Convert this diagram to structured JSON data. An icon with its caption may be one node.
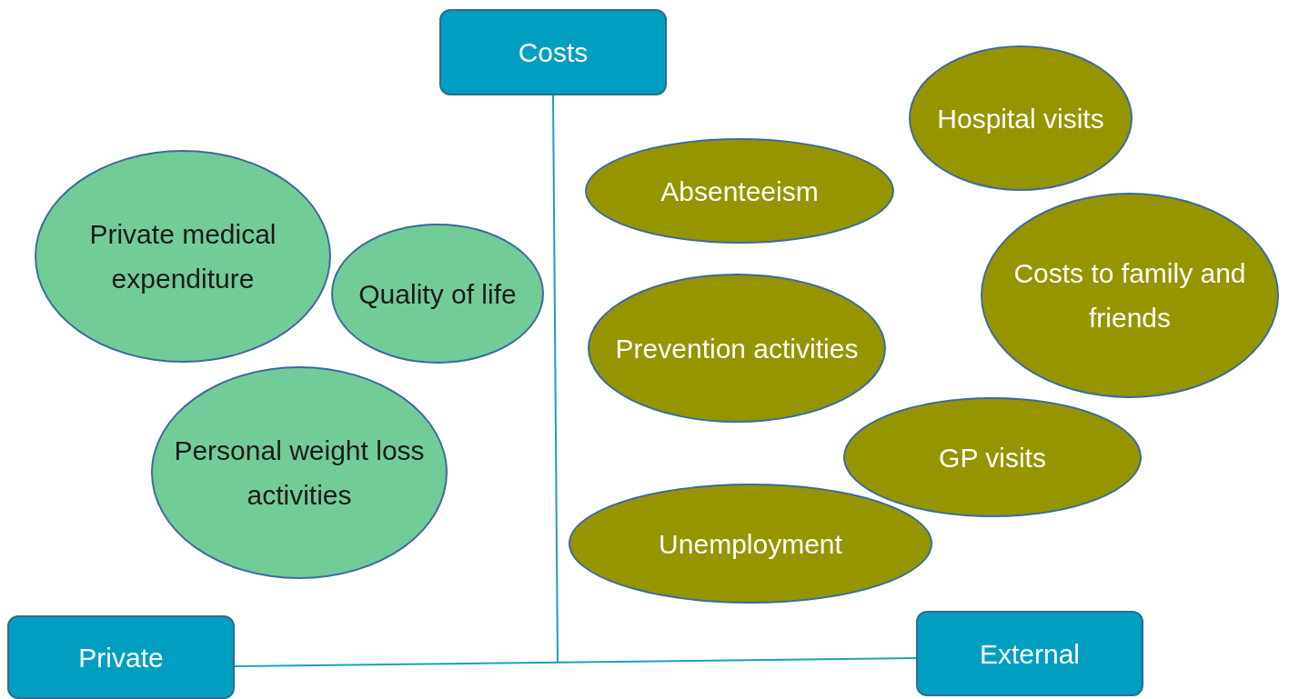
{
  "diagram": {
    "nodes": [
      {
        "text": [
          "Costs"
        ]
      },
      {
        "text": [
          "Hospital visits"
        ]
      },
      {
        "text": [
          "Absenteeism"
        ]
      },
      {
        "text": [
          "Private medical expenditure"
        ]
      },
      {
        "text": [
          "Quality of life"
        ]
      },
      {
        "text": [
          "Costs to family and friends"
        ]
      },
      {
        "text": [
          "Prevention activities"
        ]
      },
      {
        "text": [
          "Personal weight loss activities"
        ]
      },
      {
        "text": [
          "GP visits"
        ]
      },
      {
        "text": [
          "Unemployment"
        ]
      },
      {
        "text": [
          "Private"
        ]
      },
      {
        "text": [
          "External"
        ]
      }
    ],
    "edges": [
      {
        "from": 10,
        "to": 11,
        "arrow": "none"
      },
      {
        "from": 0,
        "to": null,
        "arrow": "none"
      }
    ]
  }
}
